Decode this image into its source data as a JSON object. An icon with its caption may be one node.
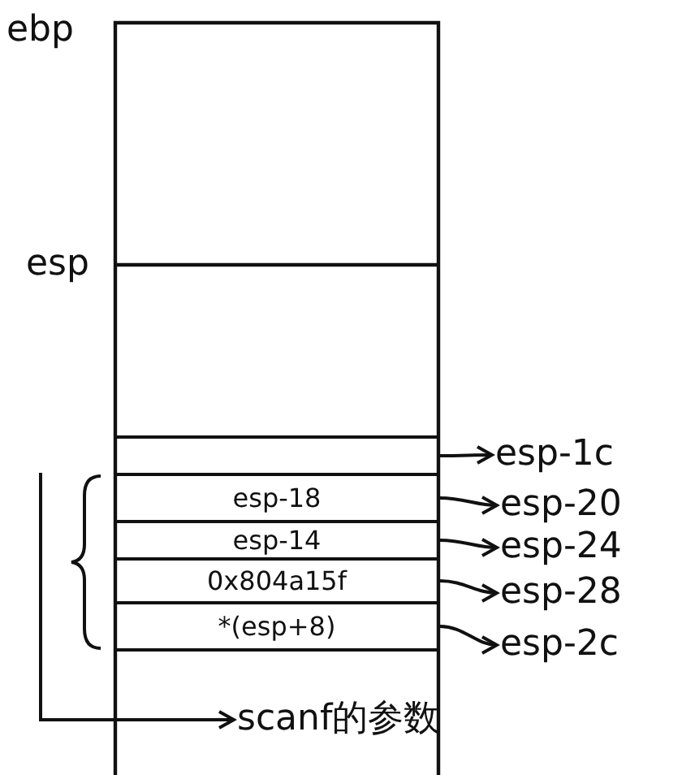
{
  "diagram": {
    "nodes": [
      {
        "text": [],
        "shape": "box"
      },
      {
        "text": [
          "esp-18"
        ]
      },
      {
        "text": [
          "esp-14"
        ]
      },
      {
        "text": [
          "0x804a15f"
        ]
      },
      {
        "text": [
          "*(esp+8)"
        ]
      },
      {
        "text": [],
        "shape": "bracket"
      },
      {
        "text": [
          "esp-1c"
        ]
      },
      {
        "text": [
          "esp-20"
        ]
      },
      {
        "text": [
          "esp-24"
        ]
      },
      {
        "text": [
          "esp-28"
        ]
      },
      {
        "text": [
          "esp-2c"
        ]
      },
      {
        "text": [
          "scanf的参数"
        ]
      }
    ],
    "edges": [
      {
        "from": 0,
        "to": 6,
        "arrow": "to"
      },
      {
        "from": 1,
        "to": 7,
        "arrow": "to"
      },
      {
        "from": 2,
        "to": 8,
        "arrow": "to"
      },
      {
        "from": 3,
        "to": 9,
        "arrow": "to"
      },
      {
        "from": 4,
        "to": 10,
        "arrow": "to"
      },
      {
        "from": 5,
        "to": 11,
        "arrow": "to"
      }
    ],
    "labels": [
      "ebp",
      "esp"
    ]
  }
}
